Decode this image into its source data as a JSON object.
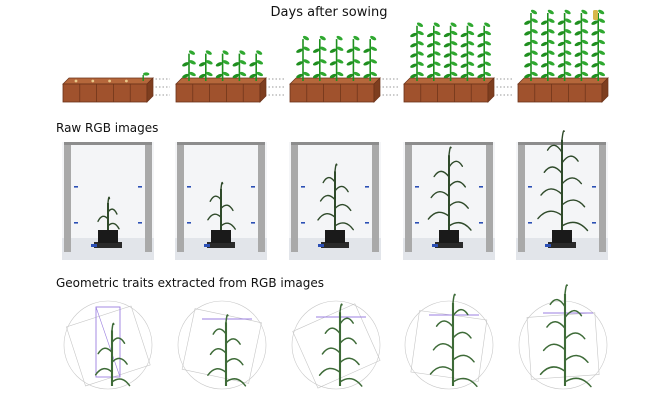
{
  "figure": {
    "title": "Days after sowing",
    "raw_label": "Raw RGB images",
    "geometric_label": "Geometric traits extracted from RGB images"
  },
  "stages": [
    {
      "plant_level": 0.1
    },
    {
      "plant_level": 0.3
    },
    {
      "plant_level": 0.55
    },
    {
      "plant_level": 0.78
    },
    {
      "plant_level": 1.0
    }
  ],
  "colors": {
    "tray_brown": "#a0522d",
    "tray_dark": "#6b3219",
    "seedling_green": "#1f8f1f",
    "leaf_light": "#2fa830",
    "plant_dark": "#2f4a2a",
    "booth_frame": "#a9a9a9",
    "marker_blue": "#2b4fb5",
    "pot": "#1a1a1a",
    "overlay_purple": "#9b7fe0",
    "tassel": "#d8b84a"
  }
}
